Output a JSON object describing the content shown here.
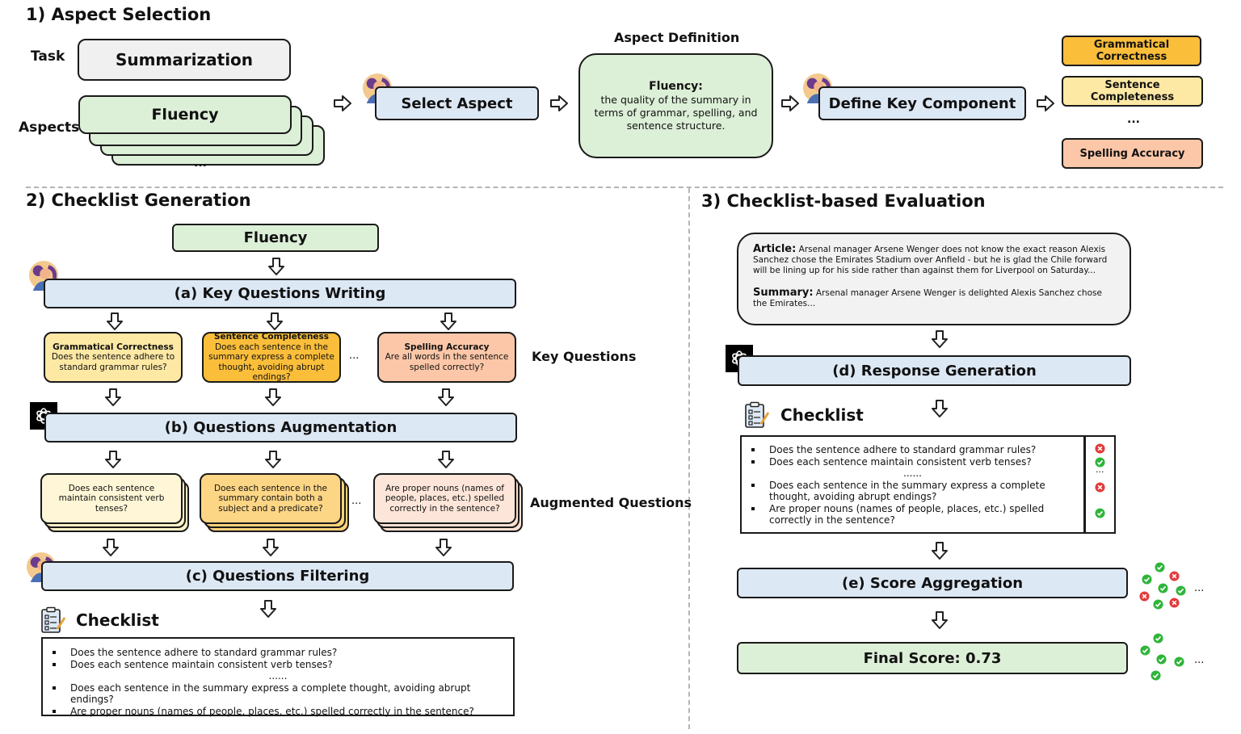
{
  "section1": {
    "title": "1) Aspect Selection",
    "task_label": "Task",
    "task_value": "Summarization",
    "aspects_label": "Aspects",
    "aspect_value": "Fluency",
    "aspects_ellipsis": "...",
    "select_aspect": "Select Aspect",
    "aspect_definition_label": "Aspect Definition",
    "definition_title": "Fluency:",
    "definition_text": "the quality of the summary in terms of grammar, spelling, and sentence structure.",
    "define_key_component": "Define Key Component",
    "components": [
      "Grammatical Correctness",
      "Sentence Completeness",
      "Spelling Accuracy"
    ],
    "components_ellipsis": "..."
  },
  "section2": {
    "title": "2) Checklist Generation",
    "input": "Fluency",
    "step_a": "(a) Key Questions Writing",
    "key_questions_label": "Key Questions",
    "key_questions": [
      {
        "title": "Grammatical Correctness",
        "text": "Does the sentence adhere to standard grammar rules?"
      },
      {
        "title": "Sentence Completeness",
        "text": "Does each sentence in the summary express a complete thought, avoiding abrupt endings?"
      },
      {
        "title": "Spelling Accuracy",
        "text": "Are all words in the sentence spelled correctly?"
      }
    ],
    "kq_ellipsis": "...",
    "step_b": "(b) Questions Augmentation",
    "augmented_label": "Augmented Questions",
    "augmented": [
      "Does each sentence maintain consistent verb tenses?",
      "Does each sentence in the summary contain both a subject and a predicate?",
      "Are proper nouns (names of people, places, etc.) spelled correctly in the sentence?"
    ],
    "aq_ellipsis": "...",
    "step_c": "(c) Questions Filtering",
    "checklist_label": "Checklist",
    "checklist": [
      "Does the sentence adhere to standard grammar rules?",
      "Does each sentence maintain consistent verb tenses?",
      "......",
      "Does each sentence in the summary express a complete thought, avoiding abrupt endings?",
      "Are proper nouns (names of people, places, etc.) spelled correctly in the sentence?"
    ]
  },
  "section3": {
    "title": "3) Checklist-based Evaluation",
    "article_label": "Article:",
    "article_text": "Arsenal manager Arsene Wenger does not know the exact reason Alexis Sanchez chose the Emirates Stadium over Anfield - but he is glad the Chile forward will be lining up for his side rather than against them for Liverpool on Saturday...",
    "summary_label": "Summary:",
    "summary_text": "Arsenal manager Arsene Wenger is delighted Alexis Sanchez chose the Emirates...",
    "step_d": "(d) Response Generation",
    "checklist_label": "Checklist",
    "checklist": [
      "Does the sentence adhere to standard grammar rules?",
      "Does each sentence maintain consistent verb tenses?",
      "......",
      "Does each sentence in the summary express a complete thought, avoiding abrupt endings?",
      "Are proper nouns (names of people, places, etc.) spelled correctly in the sentence?"
    ],
    "answers_ellipsis": "...",
    "step_e": "(e) Score Aggregation",
    "final_score": "Final Score: 0.73",
    "marks_ellipsis": "..."
  },
  "colors": {
    "green": "#dcefd7",
    "blue": "#dde8f5",
    "light_yellow": "#fde8a4",
    "orange_yellow": "#fbbe3a",
    "peach": "#fcc7a8",
    "check_green": "#2fb53a",
    "cross_red": "#e23b3b"
  }
}
